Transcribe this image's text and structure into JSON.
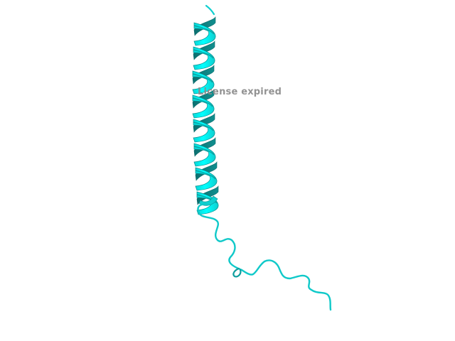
{
  "viewer": {
    "watermark_text": "License expired",
    "background_color": "#ffffff"
  },
  "molecule": {
    "representation": "cartoon",
    "color": "#00ffff",
    "shade_color": "#0fa8a8",
    "edge_color": "#0a7f7f",
    "secondary_structures": [
      "alpha-helix",
      "coil"
    ]
  }
}
